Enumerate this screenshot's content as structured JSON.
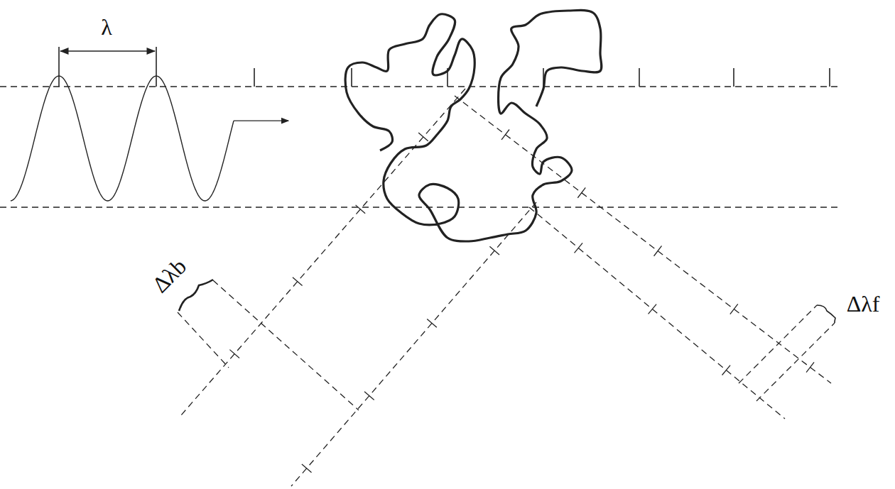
{
  "diagram": {
    "labels": [
      "λ",
      "Δλb",
      "Δλf"
    ]
  }
}
